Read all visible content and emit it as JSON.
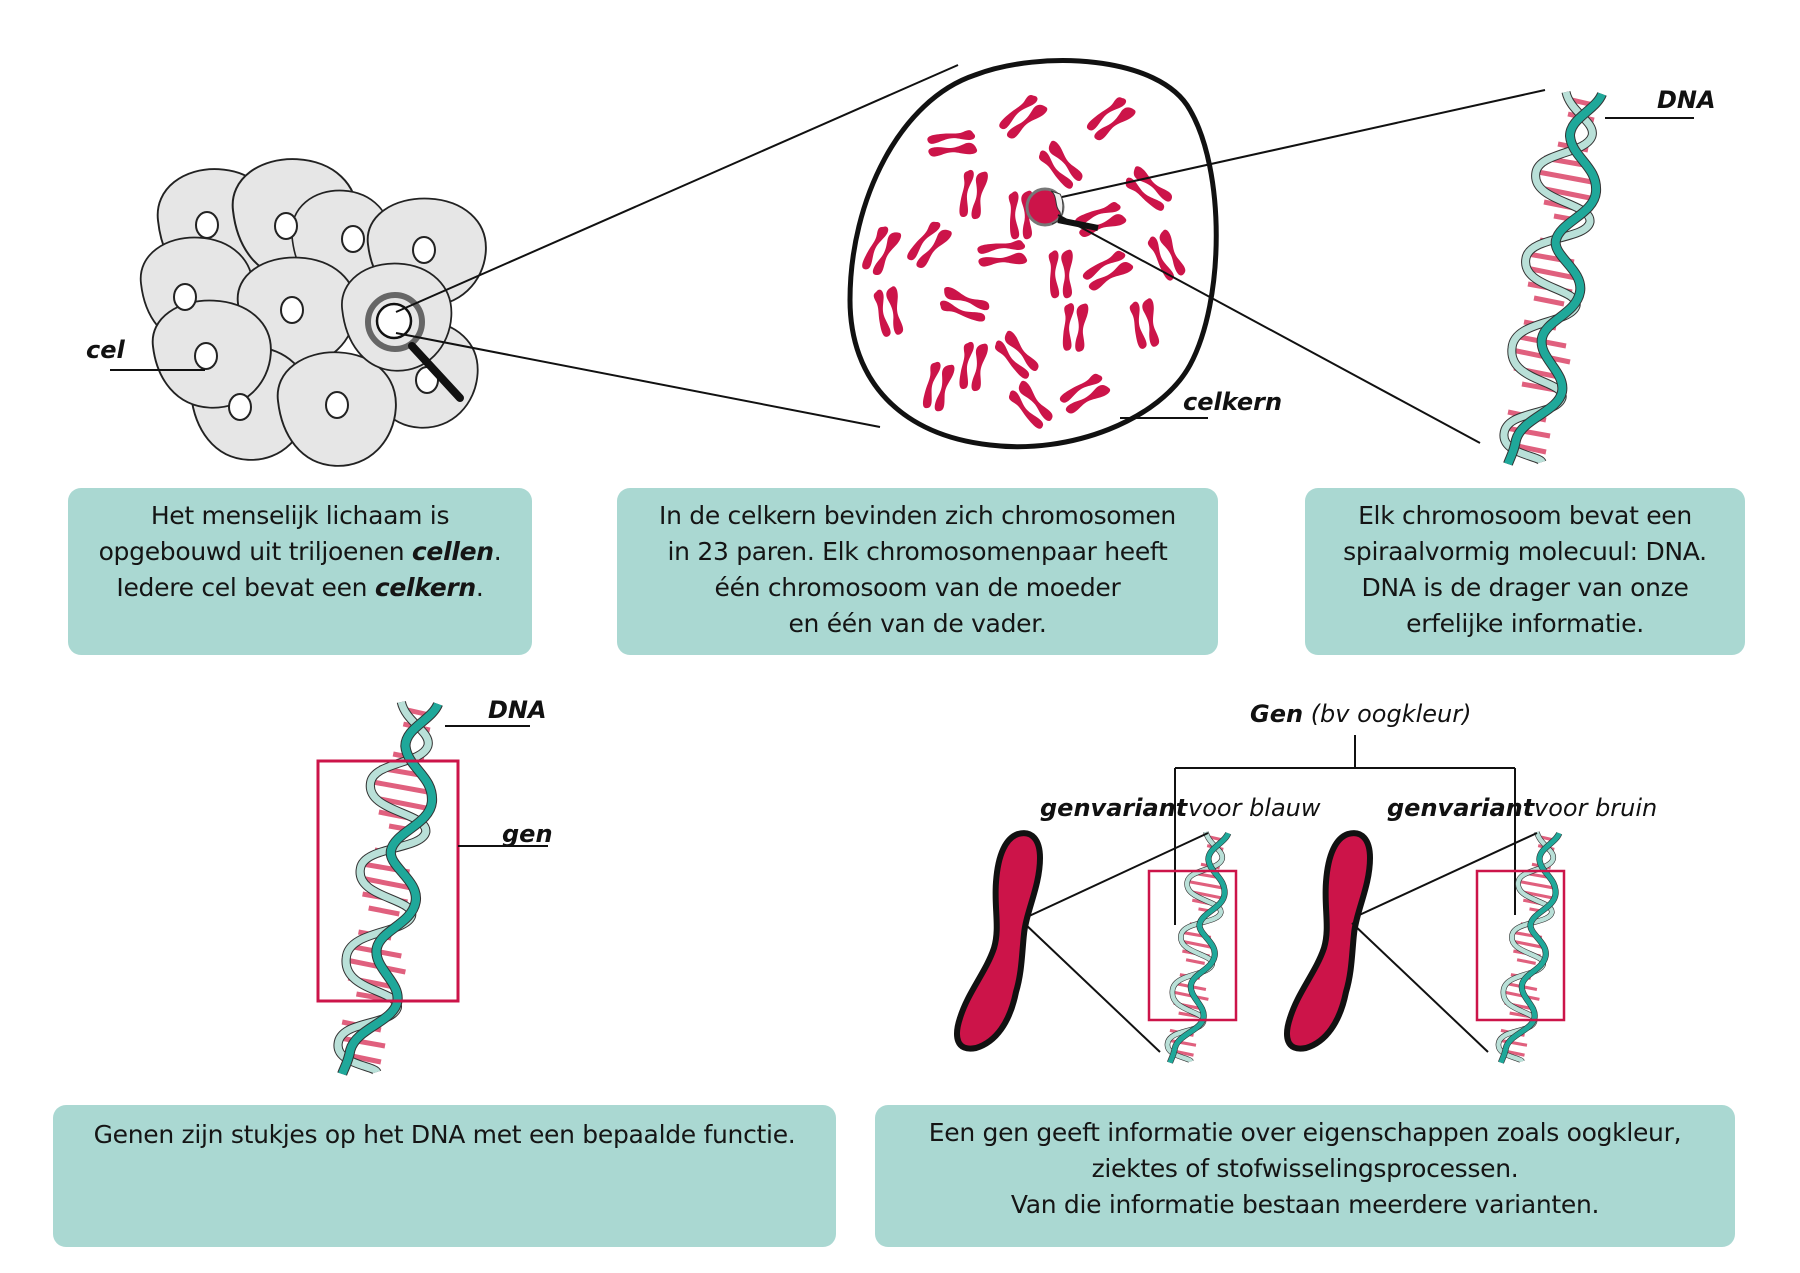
{
  "colors": {
    "box_bg": "#aad8d2",
    "chromosome": "#cc1449",
    "dna_strand_dark": "#1fa89a",
    "dna_strand_light": "#b9e0d8",
    "dna_rung": "#e0607e",
    "gene_frame": "#cc1449",
    "cell_fill": "#e6e6e6"
  },
  "panel_cells": {
    "label": "cel",
    "caption": {
      "line1": "Het menselijk lichaam is",
      "line2_pre": "opgebouwd uit triljoenen ",
      "line2_bold": "cellen",
      "line2_post": ".",
      "line3_pre": "Iedere cel bevat een ",
      "line3_bold": "celkern",
      "line3_post": "."
    },
    "icons": [
      "cell-cluster",
      "magnifying-glass-icon"
    ]
  },
  "panel_nucleus": {
    "label": "celkern",
    "caption": {
      "line1": "In de celkern bevinden zich chromosomen",
      "line2": "in 23 paren. Elk chromosomenpaar heeft",
      "line3": "één chromosoom van de moeder",
      "line4": "en één van de vader."
    },
    "chromosome_pairs": 23
  },
  "panel_dna": {
    "label": "DNA",
    "caption": {
      "line1": "Elk chromosoom bevat een",
      "line2": "spiraalvormig molecuul: DNA.",
      "line3": "DNA is de drager van onze",
      "line4": "erfelijke informatie."
    }
  },
  "panel_gene": {
    "label_dna": "DNA",
    "label_gen": "gen",
    "caption": {
      "line1": "Genen zijn stukjes op het DNA met een bepaalde functie."
    }
  },
  "panel_variants": {
    "title_bold": "Gen",
    "title_rest": " (bv oogkleur)",
    "variants": [
      {
        "bold": "genvariant",
        "rest": "voor blauw"
      },
      {
        "bold": "genvariant",
        "rest": "voor bruin"
      }
    ],
    "caption": {
      "line1": "Een gen geeft informatie over eigenschappen zoals oogkleur,",
      "line2": "ziektes of stofwisselingsprocessen.",
      "line3": "Van die informatie bestaan meerdere varianten."
    }
  }
}
